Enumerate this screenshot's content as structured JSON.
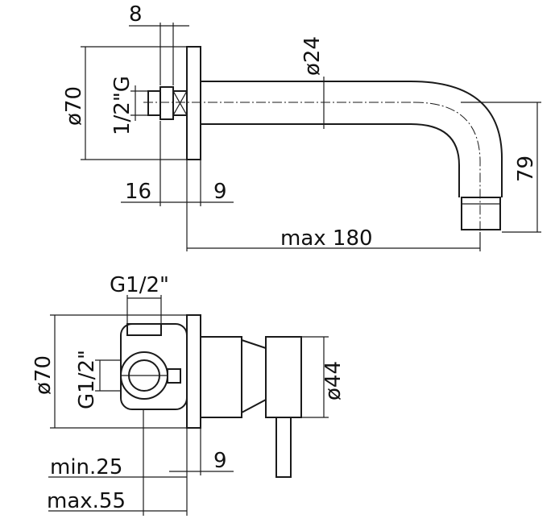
{
  "colors": {
    "line": "#1a1a1a",
    "background": "#ffffff"
  },
  "top_view": {
    "dim_nut_width": "8",
    "dim_spout_diameter": "ø24",
    "dim_plate_diameter": "ø70",
    "dim_thread": "1/2\"G",
    "dim_body_depth": "16",
    "dim_plate_thickness": "9",
    "dim_spout_height": "79",
    "dim_spout_length": "max 180"
  },
  "bottom_view": {
    "dim_inlet_thread_top": "G1/2\"",
    "dim_plate_diameter": "ø70",
    "dim_inlet_thread_side": "G1/2\"",
    "dim_handle_diameter": "ø44",
    "dim_plate_thickness": "9",
    "dim_min_depth": "min.25",
    "dim_max_depth": "max.55"
  }
}
